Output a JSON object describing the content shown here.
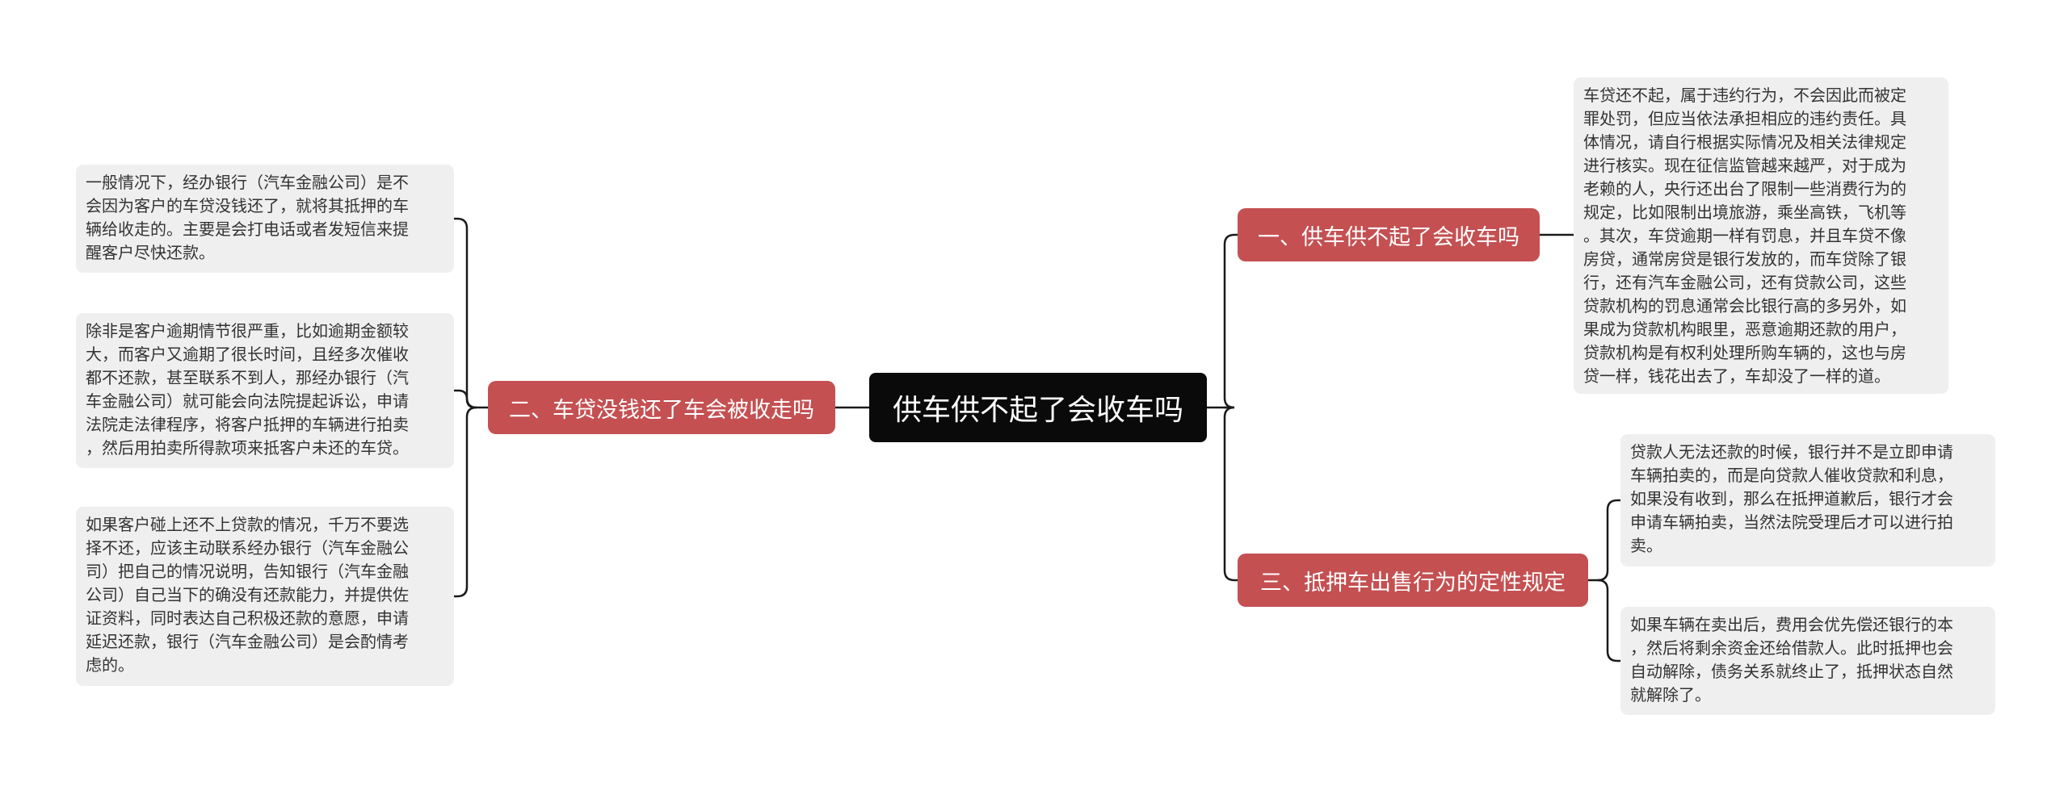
{
  "mindmap": {
    "root": {
      "label": "供车供不起了会收车吗"
    },
    "colors": {
      "root": "#0a0a0a",
      "branch": "#c45052",
      "note": "#efefef",
      "connector": "#1a1a1a"
    },
    "branches": [
      {
        "label": "一、供车供不起了会收车吗",
        "notes": [
          {
            "lines": [
              "车贷还不起，属于违约行为，不会因此而被定",
              "罪处罚，但应当依法承担相应的违约责任。具",
              "体情况，请自行根据实际情况及相关法律规定",
              "进行核实。现在征信监管越来越严，对于成为",
              "老赖的人，央行还出台了限制一些消费行为的",
              "规定，比如限制出境旅游，乘坐高铁，飞机等",
              "。其次，车贷逾期一样有罚息，并且车贷不像",
              "房贷，通常房贷是银行发放的，而车贷除了银",
              "行，还有汽车金融公司，还有贷款公司，这些",
              "贷款机构的罚息通常会比银行高的多另外，如",
              "果成为贷款机构眼里，恶意逾期还款的用户，",
              "贷款机构是有权利处理所购车辆的，这也与房",
              "贷一样，钱花出去了，车却没了一样的道。"
            ]
          }
        ]
      },
      {
        "label": "二、车贷没钱还了车会被收走吗",
        "notes": [
          {
            "lines": [
              "一般情况下，经办银行（汽车金融公司）是不",
              "会因为客户的车贷没钱还了，就将其抵押的车",
              "辆给收走的。主要是会打电话或者发短信来提",
              "醒客户尽快还款。"
            ]
          },
          {
            "lines": [
              "除非是客户逾期情节很严重，比如逾期金额较",
              "大，而客户又逾期了很长时间，且经多次催收",
              "都不还款，甚至联系不到人，那经办银行（汽",
              "车金融公司）就可能会向法院提起诉讼，申请",
              "法院走法律程序，将客户抵押的车辆进行拍卖",
              "，然后用拍卖所得款项来抵客户未还的车贷。"
            ]
          },
          {
            "lines": [
              "如果客户碰上还不上贷款的情况，千万不要选",
              "择不还，应该主动联系经办银行（汽车金融公",
              "司）把自己的情况说明，告知银行（汽车金融",
              "公司）自己当下的确没有还款能力，并提供佐",
              "证资料，同时表达自己积极还款的意愿，申请",
              "延迟还款，银行（汽车金融公司）是会酌情考",
              "虑的。"
            ]
          }
        ]
      },
      {
        "label": "三、抵押车出售行为的定性规定",
        "notes": [
          {
            "lines": [
              "贷款人无法还款的时候，银行并不是立即申请",
              "车辆拍卖的，而是向贷款人催收贷款和利息，",
              "如果没有收到，那么在抵押道歉后，银行才会",
              "申请车辆拍卖，当然法院受理后才可以进行拍",
              "卖。"
            ]
          },
          {
            "lines": [
              "如果车辆在卖出后，费用会优先偿还银行的本",
              "，然后将剩余资金还给借款人。此时抵押也会",
              "自动解除，债务关系就终止了，抵押状态自然",
              "就解除了。"
            ]
          }
        ]
      }
    ]
  }
}
